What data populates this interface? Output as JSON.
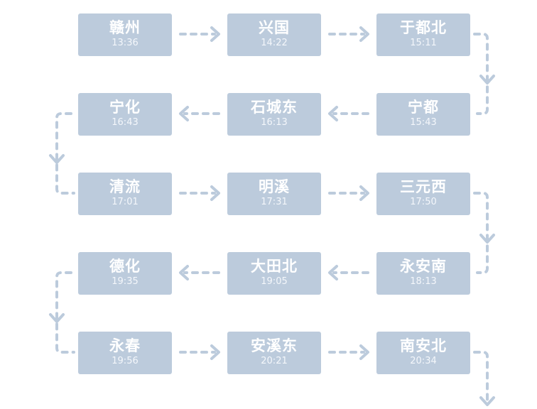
{
  "route": {
    "colors": {
      "box": "#bccbdc",
      "connector": "#bccbdc",
      "text": "#ffffff"
    },
    "stations": [
      {
        "name": "赣州",
        "time": "13:36"
      },
      {
        "name": "兴国",
        "time": "14:22"
      },
      {
        "name": "于都北",
        "time": "15:11"
      },
      {
        "name": "宁都",
        "time": "15:43"
      },
      {
        "name": "石城东",
        "time": "16:13"
      },
      {
        "name": "宁化",
        "time": "16:43"
      },
      {
        "name": "清流",
        "time": "17:01"
      },
      {
        "name": "明溪",
        "time": "17:31"
      },
      {
        "name": "三元西",
        "time": "17:50"
      },
      {
        "name": "永安南",
        "time": "18:13"
      },
      {
        "name": "大田北",
        "time": "19:05"
      },
      {
        "name": "德化",
        "time": "19:35"
      },
      {
        "name": "永春",
        "time": "19:56"
      },
      {
        "name": "安溪东",
        "time": "20:21"
      },
      {
        "name": "南安北",
        "time": "20:34"
      }
    ]
  }
}
